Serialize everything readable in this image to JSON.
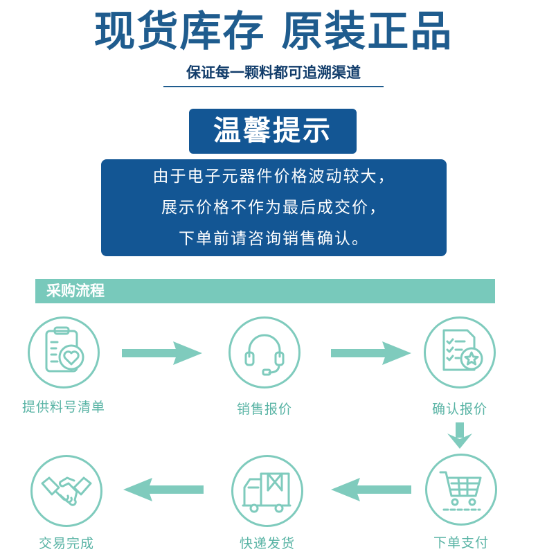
{
  "header": {
    "headline": "现货库存  原装正品",
    "subline": "保证每一颗料都可追溯渠道"
  },
  "notice": {
    "title": "温馨提示",
    "lines": [
      "由于电子元器件价格波动较大，",
      "展示价格不作为最后成交价，",
      "下单前请咨询销售确认。"
    ]
  },
  "process": {
    "title": "采购流程",
    "steps": [
      {
        "label": "提供料号清单",
        "icon": "clipboard-heart-icon"
      },
      {
        "label": "销售报价",
        "icon": "headset-icon"
      },
      {
        "label": "确认报价",
        "icon": "checklist-star-icon"
      },
      {
        "label": "下单支付",
        "icon": "shopping-cart-icon"
      },
      {
        "label": "快递发货",
        "icon": "delivery-truck-icon"
      },
      {
        "label": "交易完成",
        "icon": "handshake-icon"
      }
    ]
  },
  "colors": {
    "navy": "#135694",
    "teal": "#7fcbbd",
    "teal_text": "#58b3a4"
  }
}
